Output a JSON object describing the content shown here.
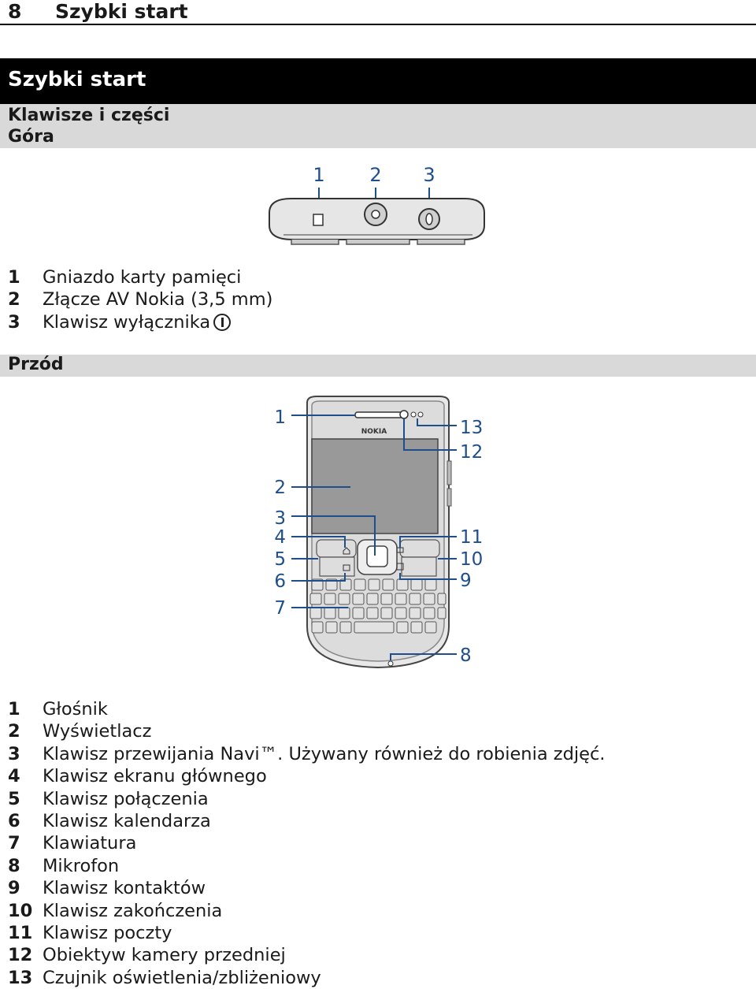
{
  "header": {
    "page_number": "8",
    "title": "Szybki start"
  },
  "section_title": "Szybki start",
  "subsection": {
    "title": "Klawisze i części",
    "top_label": "Góra",
    "front_label": "Przód"
  },
  "top_figure_callouts": [
    "1",
    "2",
    "3"
  ],
  "top_parts": [
    {
      "num": "1",
      "text": "Gniazdo karty pamięci"
    },
    {
      "num": "2",
      "text": "Złącze AV Nokia (3,5 mm)"
    },
    {
      "num": "3",
      "text": "Klawisz wyłącznika"
    }
  ],
  "front_figure": {
    "brand": "NOKIA",
    "callouts_left": [
      "1",
      "2",
      "3",
      "4",
      "5",
      "6",
      "7"
    ],
    "callouts_right": [
      "13",
      "12",
      "11",
      "10",
      "9",
      "8"
    ]
  },
  "front_parts": [
    {
      "num": "1",
      "text": "Głośnik"
    },
    {
      "num": "2",
      "text": "Wyświetlacz"
    },
    {
      "num": "3",
      "text": "Klawisz przewijania Navi™. Używany również do robienia zdjęć."
    },
    {
      "num": "4",
      "text": "Klawisz ekranu głównego"
    },
    {
      "num": "5",
      "text": "Klawisz połączenia"
    },
    {
      "num": "6",
      "text": "Klawisz kalendarza"
    },
    {
      "num": "7",
      "text": "Klawiatura"
    },
    {
      "num": "8",
      "text": "Mikrofon"
    },
    {
      "num": "9",
      "text": "Klawisz kontaktów"
    },
    {
      "num": "10",
      "text": "Klawisz zakończenia"
    },
    {
      "num": "11",
      "text": "Klawisz poczty"
    },
    {
      "num": "12",
      "text": "Obiektyw kamery przedniej"
    },
    {
      "num": "13",
      "text": "Czujnik oświetlenia/zbliżeniowy"
    }
  ],
  "colors": {
    "callout": "#1f4e8c",
    "header_bar": "#000000",
    "subheader_bar": "#d9d9d9"
  }
}
